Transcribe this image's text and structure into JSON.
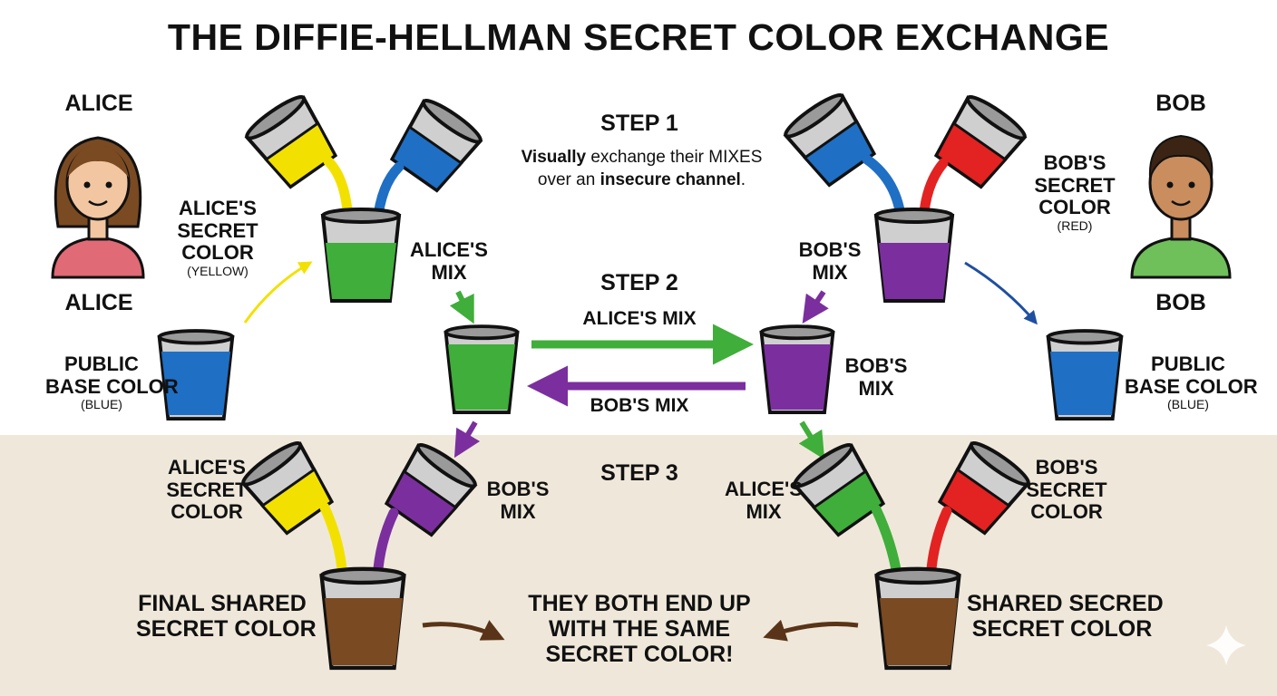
{
  "title": "THE DIFFIE-HELLMAN SECRET COLOR EXCHANGE",
  "alice": {
    "name_top": "ALICE",
    "name_bottom": "ALICE",
    "secret_l1": "ALICE'S",
    "secret_l2": "SECRET",
    "secret_l3": "COLOR",
    "secret_note": "(YELLOW)",
    "mix_l1": "ALICE'S",
    "mix_l2": "MIX",
    "public_l1": "PUBLIC",
    "public_l2": "BASE COLOR",
    "public_note": "(BLUE)"
  },
  "bob": {
    "name_top": "BOB",
    "name_bottom": "BOB",
    "secret_l1": "BOB'S",
    "secret_l2": "SECRET",
    "secret_l3": "COLOR",
    "secret_note": "(RED)",
    "mix_l1": "BOB'S",
    "mix_l2": "MIX",
    "public_l1": "PUBLIC",
    "public_l2": "BASE COLOR",
    "public_note": "(BLUE)"
  },
  "step1": {
    "label": "STEP 1",
    "desc_b1": "Visually",
    "desc_t1": " exchange their MIXES",
    "desc_t2": "over an ",
    "desc_b2": "insecure channel",
    "desc_t3": "."
  },
  "step2": {
    "label": "STEP 2",
    "arrow_top": "ALICE'S MIX",
    "arrow_bottom": "BOB'S MIX",
    "bob_mix_l1": "BOB'S",
    "bob_mix_l2": "MIX"
  },
  "step3": {
    "label": "STEP 3",
    "left_secret_l1": "ALICE'S",
    "left_secret_l2": "SECRET",
    "left_secret_l3": "COLOR",
    "left_mix_l1": "BOB'S",
    "left_mix_l2": "MIX",
    "right_mix_l1": "ALICE'S",
    "right_mix_l2": "MIX",
    "right_secret_l1": "BOB'S",
    "right_secret_l2": "SECRET",
    "right_secret_l3": "COLOR",
    "final_left_l1": "FINAL SHARED",
    "final_left_l2": "SECRET COLOR",
    "final_right_l1": "SHARED SECRED",
    "final_right_l2": "SECRET COLOR",
    "center_l1": "THEY BOTH END UP",
    "center_l2": "WITH THE SAME",
    "center_l3": "SECRET COLOR!"
  },
  "colors": {
    "yellow": "#f2e100",
    "blue": "#1f6fc4",
    "red": "#e32222",
    "green": "#3fae3a",
    "purple": "#7b2f9e",
    "brown": "#7a4a22",
    "band": "#efe8da"
  },
  "icons": [
    "cup-icon",
    "pouring-cup-icon",
    "arrow-icon",
    "person-icon",
    "sparkle-icon"
  ]
}
